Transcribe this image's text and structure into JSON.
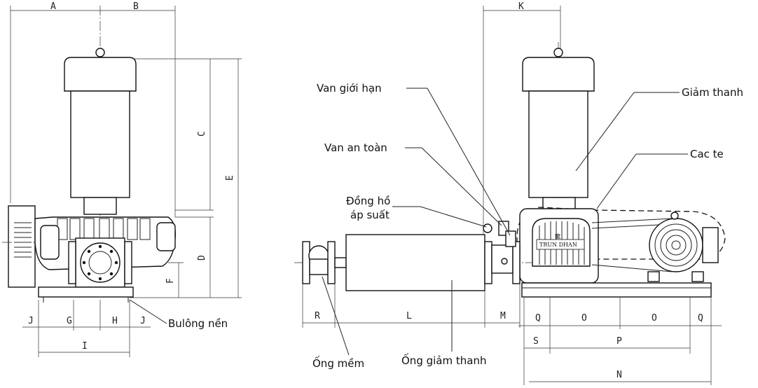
{
  "dimension_letters": {
    "A": "A",
    "B": "B",
    "C": "C",
    "D": "D",
    "E": "E",
    "F": "F",
    "G": "G",
    "H": "H",
    "I": "I",
    "J": "J",
    "K": "K",
    "L": "L",
    "M": "M",
    "N": "N",
    "O": "O",
    "P": "P",
    "Q": "Q",
    "R": "R",
    "S": "S"
  },
  "labels": {
    "anchor_bolt": "Bulông nền",
    "limit_valve": "Van giới hạn",
    "safety_valve": "Van an toàn",
    "pressure_gauge_line1": "Đồng hồ",
    "pressure_gauge_line2": "áp suất",
    "silencer": "Giảm thanh",
    "belt_guard": "Cac te",
    "flex_hose": "Ống mềm",
    "silencer_pipe": "Ống giảm thanh"
  },
  "nameplate": "TRUN DHAN",
  "nameplate_mark": "龍"
}
